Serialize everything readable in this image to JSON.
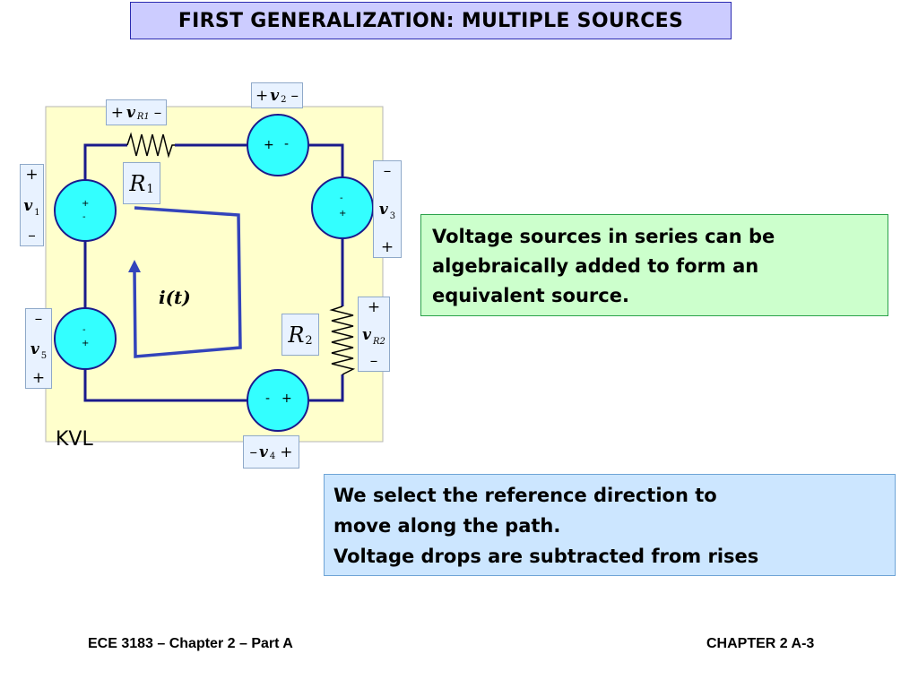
{
  "slide": {
    "title": "FIRST GENERALIZATION: MULTIPLE SOURCES",
    "kvl_label": "KVL",
    "current_label": "i(t)",
    "note_series": "Voltage sources in series can be algebraically added to form an equivalent source.",
    "note_direction_lines": [
      "We select the reference direction to",
      "move along the path.",
      "Voltage drops are subtracted from rises"
    ],
    "footer_left": "ECE 3183 – Chapter 2 – Part A",
    "footer_right": "CHAPTER 2 A-3"
  },
  "circuit": {
    "resistors": {
      "r1": {
        "letter": "R",
        "sub": "1"
      },
      "r2": {
        "letter": "R",
        "sub": "2"
      }
    },
    "voltages": {
      "v1": {
        "sym": "v",
        "sub": "1",
        "top": "+",
        "bottom": "–"
      },
      "v2": {
        "sym": "v",
        "sub": "2",
        "left": "+",
        "right": "–"
      },
      "v3": {
        "sym": "v",
        "sub": "3",
        "top": "–",
        "bottom": "+"
      },
      "v4": {
        "sym": "v",
        "sub": "4",
        "left": "–",
        "right": "+"
      },
      "v5": {
        "sym": "v",
        "sub": "5",
        "top": "–",
        "bottom": "+"
      },
      "vr1": {
        "sym": "v",
        "sub": "R1",
        "left": "+",
        "right": "–"
      },
      "vr2": {
        "sym": "v",
        "sub": "R2",
        "top": "+",
        "bottom": "–"
      }
    },
    "source_marks": {
      "s1": {
        "top": "+",
        "bottom": "-"
      },
      "s2": {
        "left": "+",
        "right": "-"
      },
      "s3": {
        "top": "-",
        "bottom": "+"
      },
      "s4": {
        "left": "-",
        "right": "+"
      },
      "s5": {
        "top": "-",
        "bottom": "+"
      }
    },
    "colors": {
      "background": "#ffffcc",
      "wire": "#1a1a8c",
      "source_fill": "#33ffff",
      "loop_arrow": "#3344bb"
    }
  }
}
